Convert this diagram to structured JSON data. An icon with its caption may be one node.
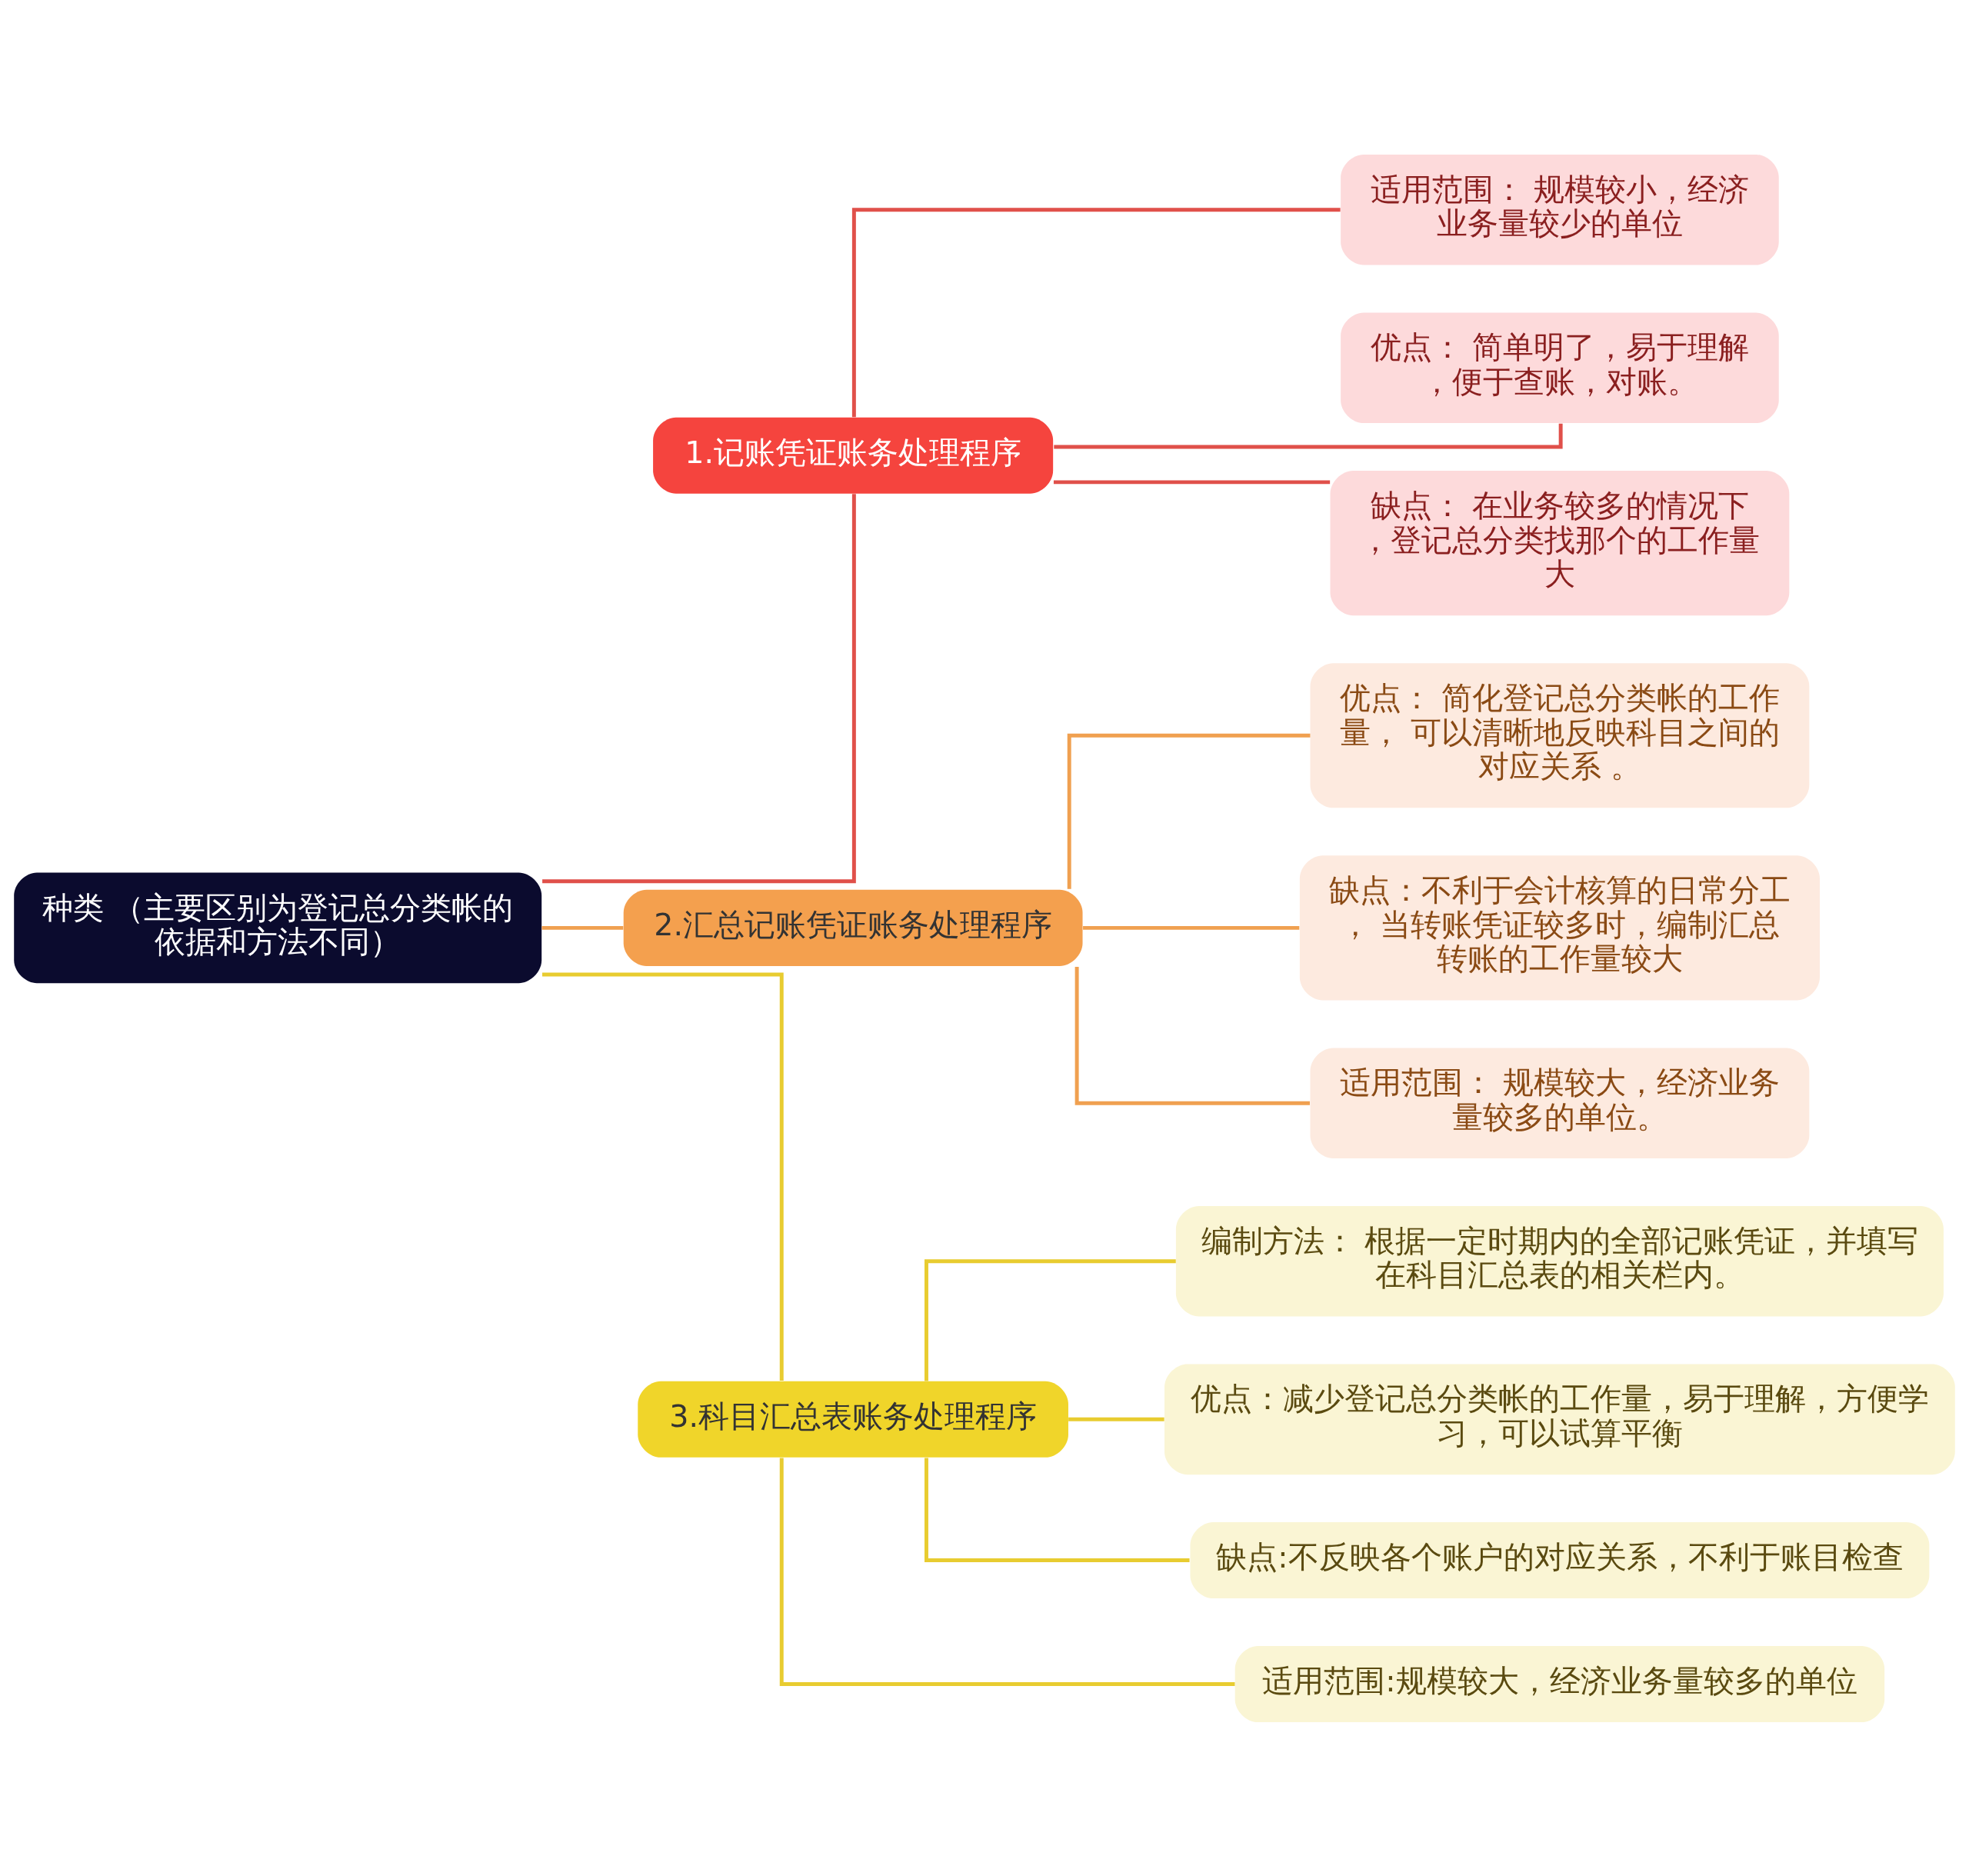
{
  "diagram": {
    "nodes": [
      {
        "text": [
          "种类 （主要区别为登记总分类帐的依据和方法不同）"
        ]
      },
      {
        "text": [
          "1.记账凭证账务处理程序"
        ]
      },
      {
        "text": [
          "适用范围： 规模较小，经济业务量较少的单位"
        ]
      },
      {
        "text": [
          "优点： 简单明了，易于理解，便于查账，对账。"
        ]
      },
      {
        "text": [
          "缺点： 在业务较多的情况下，登记总分类找那个的工作量大"
        ]
      },
      {
        "text": [
          "2.汇总记账凭证账务处理程序"
        ]
      },
      {
        "text": [
          "优点： 简化登记总分类帐的工作量， 可以清晰地反映科目之间的对应关系 。"
        ]
      },
      {
        "text": [
          "缺点：不利于会计核算的日常分工， 当转账凭证较多时，编制汇总转账的工作量较大"
        ]
      },
      {
        "text": [
          "适用范围： 规模较大，经济业务量较多的单位。"
        ]
      },
      {
        "text": [
          "3.科目汇总表账务处理程序"
        ]
      },
      {
        "text": [
          "编制方法： 根据一定时期内的全部记账凭证，并填写在科目汇总表的相关栏内。"
        ]
      },
      {
        "text": [
          "优点：减少登记总分类帐的工作量，易于理解，方便学习，可以试算平衡"
        ]
      },
      {
        "text": [
          "缺点:不反映各个账户的对应关系，不利于账目检查"
        ]
      },
      {
        "text": [
          "适用范围:规模较大，经济业务量较多的单位"
        ]
      }
    ],
    "edges": [
      {
        "from": 0,
        "to": 1,
        "arrow": "none",
        "color": "#e0504a"
      },
      {
        "from": 1,
        "to": 2,
        "arrow": "none",
        "color": "#e0504a"
      },
      {
        "from": 1,
        "to": 3,
        "arrow": "none",
        "color": "#e0504a"
      },
      {
        "from": 1,
        "to": 4,
        "arrow": "none",
        "color": "#e0504a"
      },
      {
        "from": 0,
        "to": 5,
        "arrow": "none",
        "color": "#f0a050"
      },
      {
        "from": 5,
        "to": 6,
        "arrow": "none",
        "color": "#f0a050"
      },
      {
        "from": 5,
        "to": 7,
        "arrow": "none",
        "color": "#f0a050"
      },
      {
        "from": 5,
        "to": 8,
        "arrow": "none",
        "color": "#f0a050"
      },
      {
        "from": 0,
        "to": 9,
        "arrow": "none",
        "color": "#e8cc30"
      },
      {
        "from": 9,
        "to": 10,
        "arrow": "none",
        "color": "#e8cc30"
      },
      {
        "from": 9,
        "to": 11,
        "arrow": "none",
        "color": "#e8cc30"
      },
      {
        "from": 9,
        "to": 12,
        "arrow": "none",
        "color": "#e8cc30"
      },
      {
        "from": 9,
        "to": 13,
        "arrow": "none",
        "color": "#e8cc30"
      }
    ]
  }
}
